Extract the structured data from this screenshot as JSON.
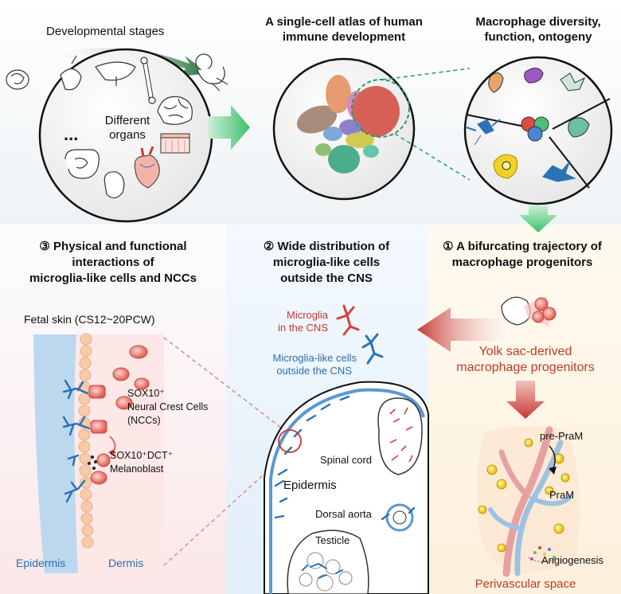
{
  "top": {
    "dev_stages": "Developmental stages",
    "different": "Different",
    "organs": "organs",
    "ellipsis": "...",
    "atlas_title_1": "A single-cell atlas of human",
    "atlas_title_2": "immune development",
    "diversity_title_1": "Macrophage diversity,",
    "diversity_title_2": "function, ontogeny"
  },
  "panel3": {
    "title_1": "③ Physical and functional",
    "title_2": "interactions of",
    "title_3": "microglia-like cells and NCCs",
    "fetal_skin": "Fetal skin (CS12~20PCW)",
    "sox10_ncc_1": "SOX10⁺",
    "sox10_ncc_2": "Neural Crest Cells",
    "sox10_ncc_3": "(NCCs)",
    "sox10_dct": "SOX10⁺DCT⁺",
    "melanoblast": "Melanoblast",
    "epidermis": "Epidermis",
    "dermis": "Dermis"
  },
  "panel2": {
    "title_1": "② Wide distribution of",
    "title_2": "microglia-like cells",
    "title_3": "outside the CNS",
    "microglia_1": "Microglia",
    "microglia_2": "in the CNS",
    "mlc_1": "Microglia-like cells",
    "mlc_2": "outside the CNS",
    "spinal_cord": "Spinal cord",
    "epidermis": "Epidermis",
    "dorsal_aorta": "Dorsal aorta",
    "testicle": "Testicle"
  },
  "panel1": {
    "title_1": "① A bifurcating trajectory of",
    "title_2": "macrophage progenitors",
    "yolk_1": "Yolk sac-derived",
    "yolk_2": "macrophage progenitors",
    "pre_pram": "pre-PraM",
    "pram": "PraM",
    "angiogenesis": "Angiogenesis",
    "perivascular": "Perivascular space"
  },
  "colors": {
    "red": "#d8403a",
    "blue": "#2a73b8",
    "green": "#3fbf6a",
    "dark_green": "#1f6e35",
    "red_label": "#c0392b",
    "blue_label": "#2a6fae"
  }
}
